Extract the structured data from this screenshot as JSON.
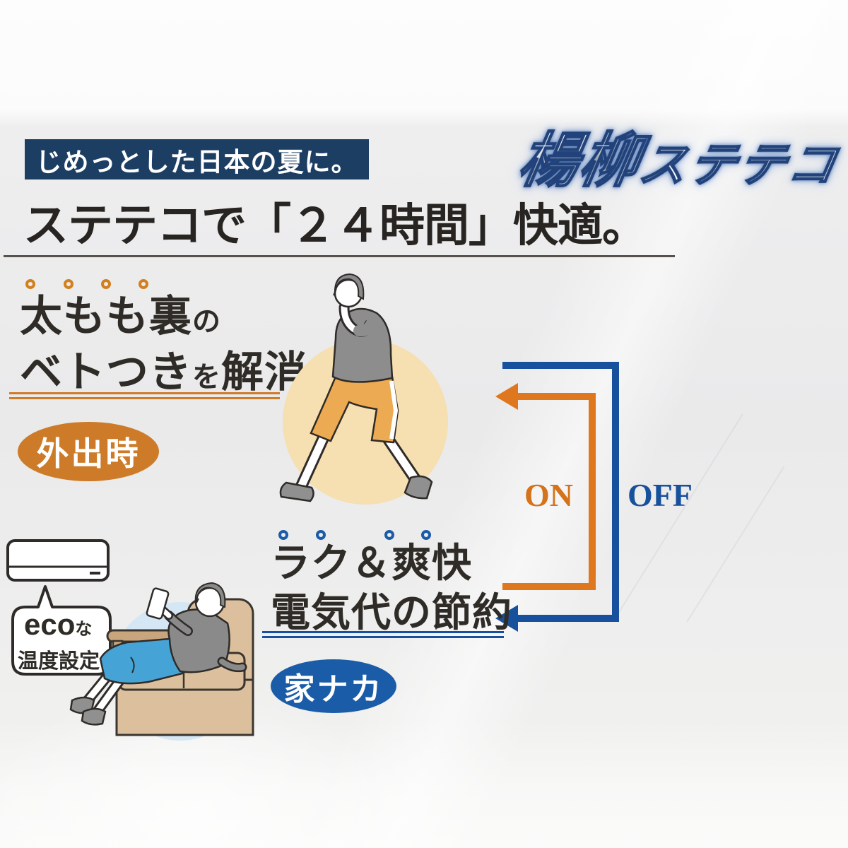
{
  "banner": {
    "text": "じめっとした日本の夏に。"
  },
  "logo": {
    "brand_kanji": "楊柳",
    "brand_kana": "ステテコ"
  },
  "headline": {
    "text": "ステテコで「２４時間」快適。"
  },
  "outdoor": {
    "line1_main": "太もも裏",
    "line1_particle": "の",
    "line2_main": "ベトつき",
    "line2_particle": "を",
    "line2_tail": "解消",
    "badge": "外出時"
  },
  "home": {
    "line1": "ラク＆爽快",
    "line2": "電気代の節約",
    "badge": "家ナカ"
  },
  "cycle": {
    "on_label": "ON",
    "off_label": "OFF"
  },
  "eco": {
    "word": "eco",
    "particle": "な",
    "line2": "温度設定"
  },
  "colors": {
    "navy_banner": "#1d3e63",
    "blue_arrow": "#17509c",
    "blue_badge": "#1b5ca8",
    "orange_arrow": "#df771e",
    "orange_badge": "#cd7b28",
    "ink": "#2f2c28",
    "tan_halo": "#f6dfb0",
    "blue_halo": "#d5e7f4"
  },
  "icons": {
    "walking_man": "walking-man-illustration",
    "sofa_man": "man-on-sofa-illustration",
    "air_conditioner": "air-conditioner-icon",
    "speech_bubble": "eco-speech-bubble",
    "on_arrow": "orange-on-arrow",
    "off_arrow": "blue-off-arrow"
  }
}
